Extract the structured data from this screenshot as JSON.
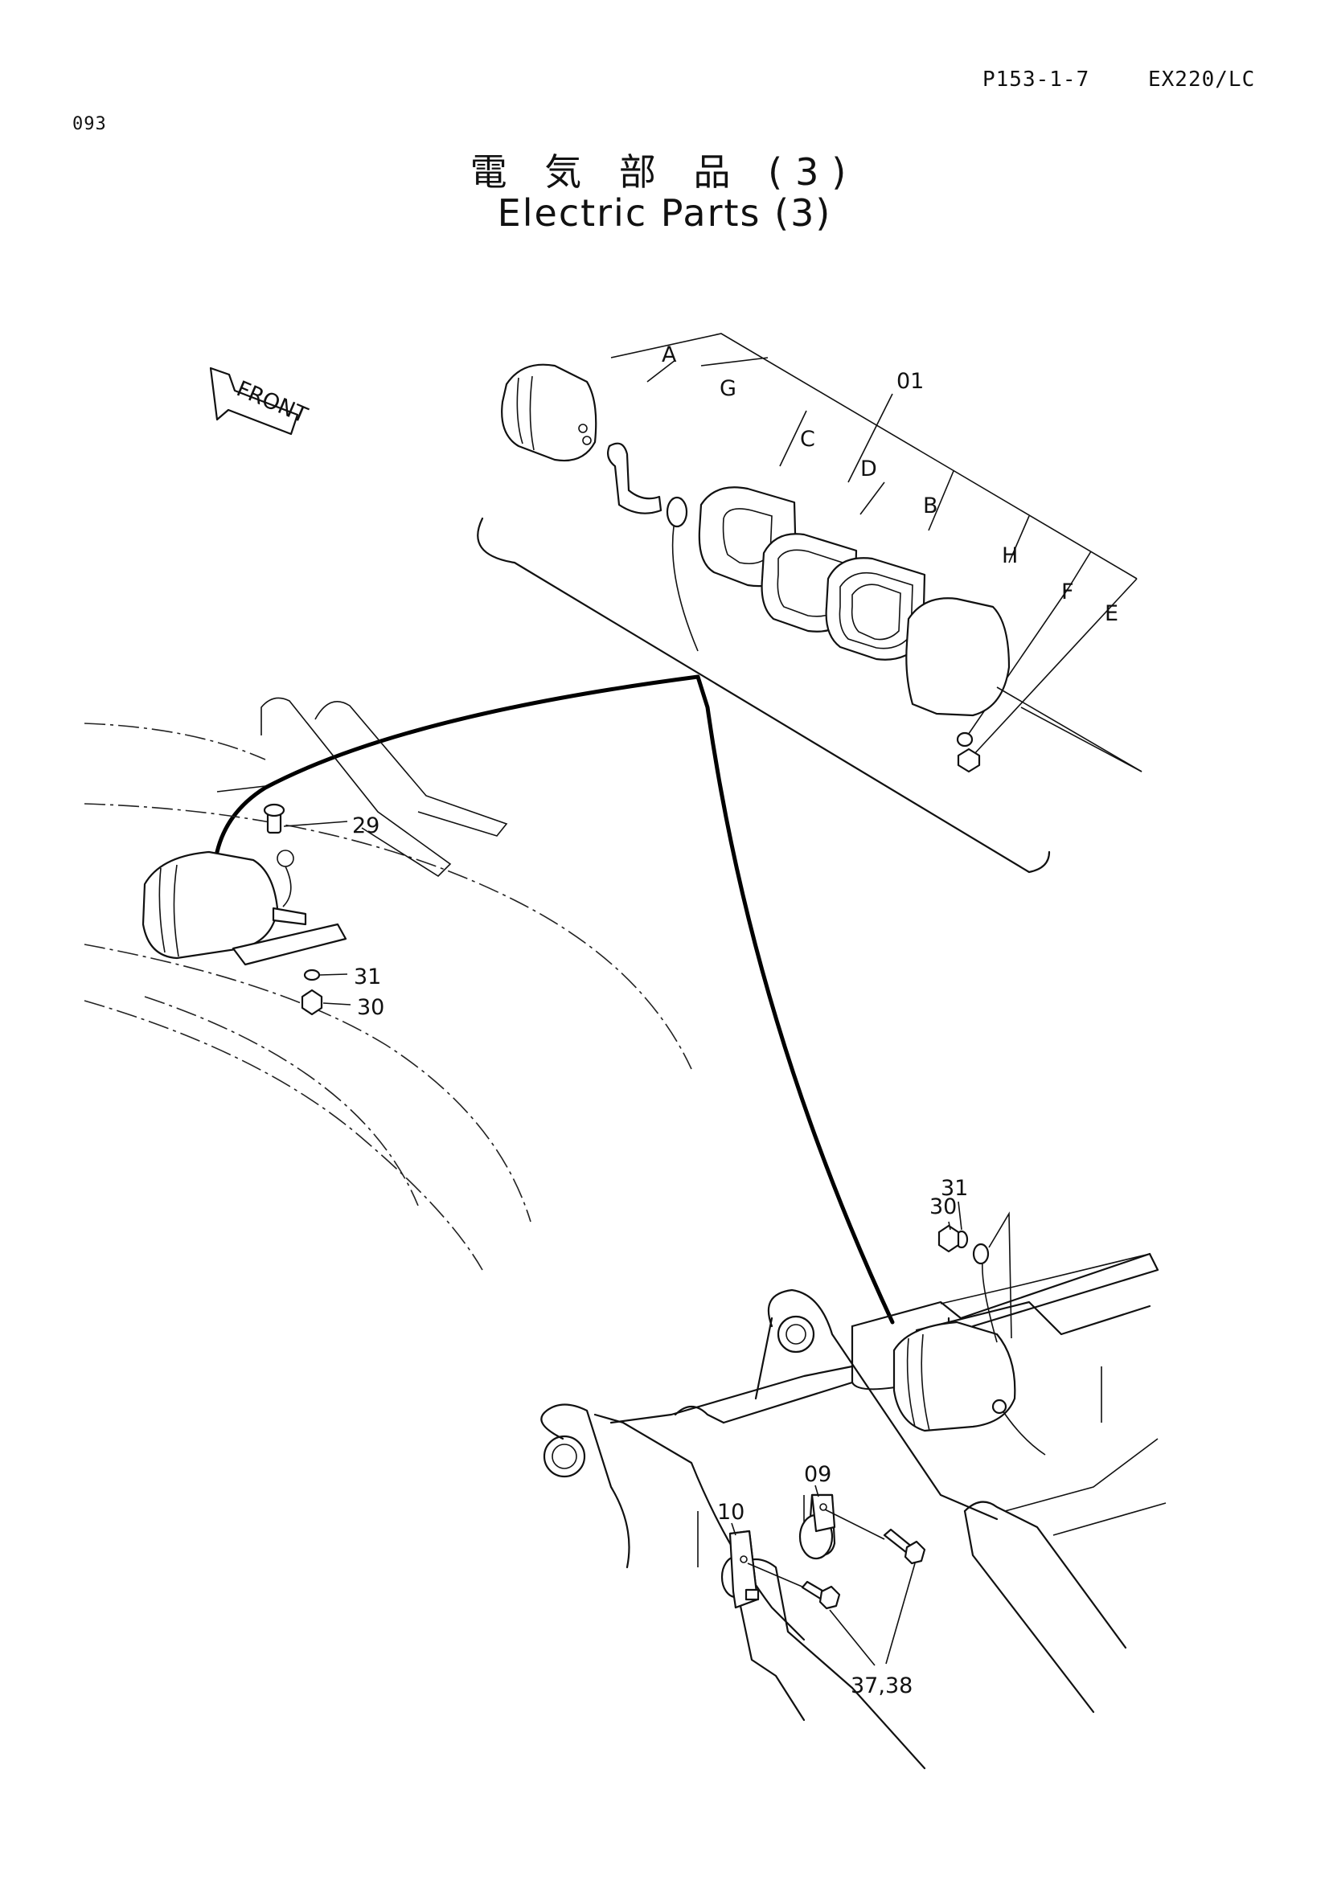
{
  "header": {
    "page_number": "093",
    "reference": "P153-1-7",
    "model": "EX220/LC"
  },
  "title": {
    "japanese": "電 気 部 品 (3)",
    "english": "Electric Parts (3)"
  },
  "orientation": {
    "label": "FRONT"
  },
  "callouts": {
    "A": "A",
    "G": "G",
    "C": "C",
    "D": "D",
    "B": "B",
    "H": "H",
    "F": "F",
    "E": "E",
    "p01": "01",
    "p29": "29",
    "p31a": "31",
    "p30a": "30",
    "p30b": "30",
    "p31b": "31",
    "p09": "09",
    "p10": "10",
    "p3738": "37,38"
  }
}
